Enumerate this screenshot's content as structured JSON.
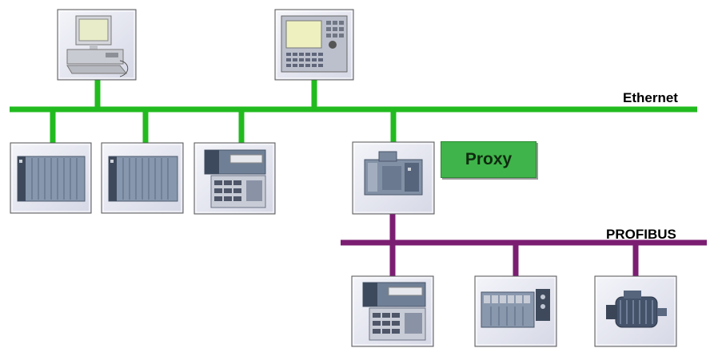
{
  "networks": {
    "ethernet": {
      "label": "Ethernet",
      "color": "#22bb1f"
    },
    "profibus": {
      "label": "PROFIBUS",
      "color": "#7b1e72"
    }
  },
  "proxy": {
    "label": "Proxy",
    "color": "#3fb44a"
  },
  "devices": [
    {
      "icon": "pc-workstation-icon",
      "network": "ethernet"
    },
    {
      "icon": "operator-panel-icon",
      "network": "ethernet"
    },
    {
      "icon": "plc-rack-icon",
      "network": "ethernet"
    },
    {
      "icon": "plc-rack-icon",
      "network": "ethernet"
    },
    {
      "icon": "compact-plc-icon",
      "network": "ethernet"
    },
    {
      "icon": "proxy-controller-icon",
      "network": "ethernet/profibus"
    },
    {
      "icon": "compact-plc-icon",
      "network": "profibus"
    },
    {
      "icon": "distributed-io-icon",
      "network": "profibus"
    },
    {
      "icon": "motor-drive-icon",
      "network": "profibus"
    }
  ]
}
